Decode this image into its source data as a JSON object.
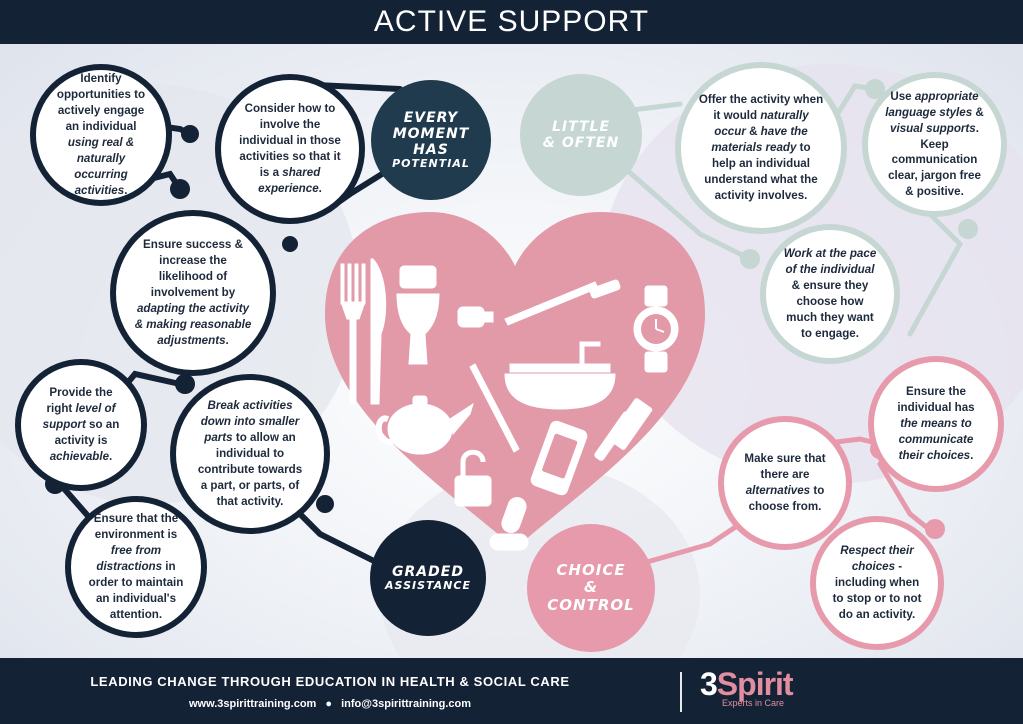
{
  "title": "ACTIVE SUPPORT",
  "colors": {
    "navy": "#142236",
    "sage": "#c6d6d3",
    "pink": "#e69aab",
    "heart": "#e29aa8"
  },
  "hubs": {
    "every_moment": [
      "EVERY",
      "MOMENT",
      "HAS",
      "POTENTIAL"
    ],
    "little_often": [
      "LITTLE",
      "& OFTEN"
    ],
    "graded": [
      "GRADED",
      "ASSISTANCE"
    ],
    "choice": [
      "CHOICE",
      "&",
      "CONTROL"
    ]
  },
  "bubbles": {
    "identify": [
      "Identify opportunities to actively engage an individual ",
      "using real & naturally occurring activities",
      "."
    ],
    "consider": [
      "Consider how to involve the individual in those activities so that it is a ",
      "shared experience",
      "."
    ],
    "ensure_success": [
      "Ensure success & increase the likelihood of involvement by ",
      "adapting the activity & making reasonable adjustments",
      "."
    ],
    "offer": [
      "Offer the activity when it would ",
      "naturally occur",
      " & ",
      "have the materials ready",
      " to help an individual understand what the activity involves."
    ],
    "use_language": [
      "Use ",
      "appropriate language styles",
      " & ",
      "visual supports",
      ". Keep communication clear, jargon free & positive."
    ],
    "pace": [
      "Work at the pace of the individual",
      " & ensure they choose how much they want to engage."
    ],
    "level_support": [
      "Provide the right ",
      "level of support",
      " so an activity is ",
      "achievable",
      "."
    ],
    "break_down": [
      "Break activities down into smaller parts",
      " to allow an individual to contribute towards a part, or parts, of that activity."
    ],
    "environment": [
      "Ensure that the environment is ",
      "free from distractions",
      " in order to maintain an individual's attention."
    ],
    "means": [
      "Ensure the individual has ",
      "the means to communicate their choices",
      "."
    ],
    "alternatives": [
      "Make sure that there are ",
      "alternatives",
      " to choose from."
    ],
    "respect": [
      "Respect their choices",
      " - including when to stop or to not do an activity."
    ]
  },
  "heart_icons": [
    "fork-icon",
    "knife-icon",
    "toilet-icon",
    "toilet-roll-icon",
    "toothbrush-icon",
    "watch-icon",
    "bath-icon",
    "pen-icon",
    "comb-icon",
    "teapot-icon",
    "phone-icon",
    "padlock-icon",
    "pill-icon"
  ],
  "footer": {
    "tagline": "LEADING CHANGE THROUGH EDUCATION IN HEALTH & SOCIAL CARE",
    "website": "www.3spirittraining.com",
    "separator": "●",
    "email": "info@3spirittraining.com",
    "logo_number": "3",
    "logo_word": "Spirit",
    "logo_sub": "Experts in Care"
  }
}
